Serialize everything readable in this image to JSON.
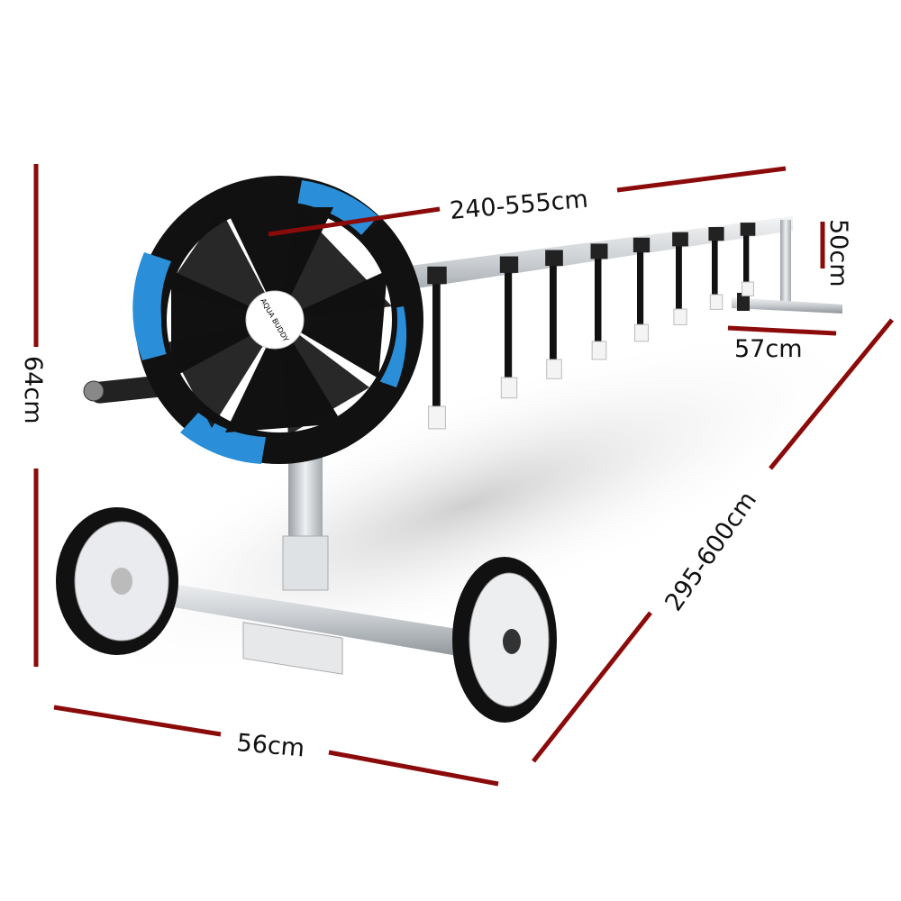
{
  "product": {
    "brand_logo": "AQUA BUDDY",
    "colors": {
      "dimension_line": "#8b0a0a",
      "wheel_accent": "#2a8fd8",
      "frame": "#c8ccd0",
      "strap": "#111111"
    }
  },
  "dimensions": {
    "roller_length": "240-555cm",
    "end_stand_height": "50cm",
    "end_stand_width": "57cm",
    "overall_height": "64cm",
    "pool_span": "295-600cm",
    "base_width": "56cm"
  }
}
